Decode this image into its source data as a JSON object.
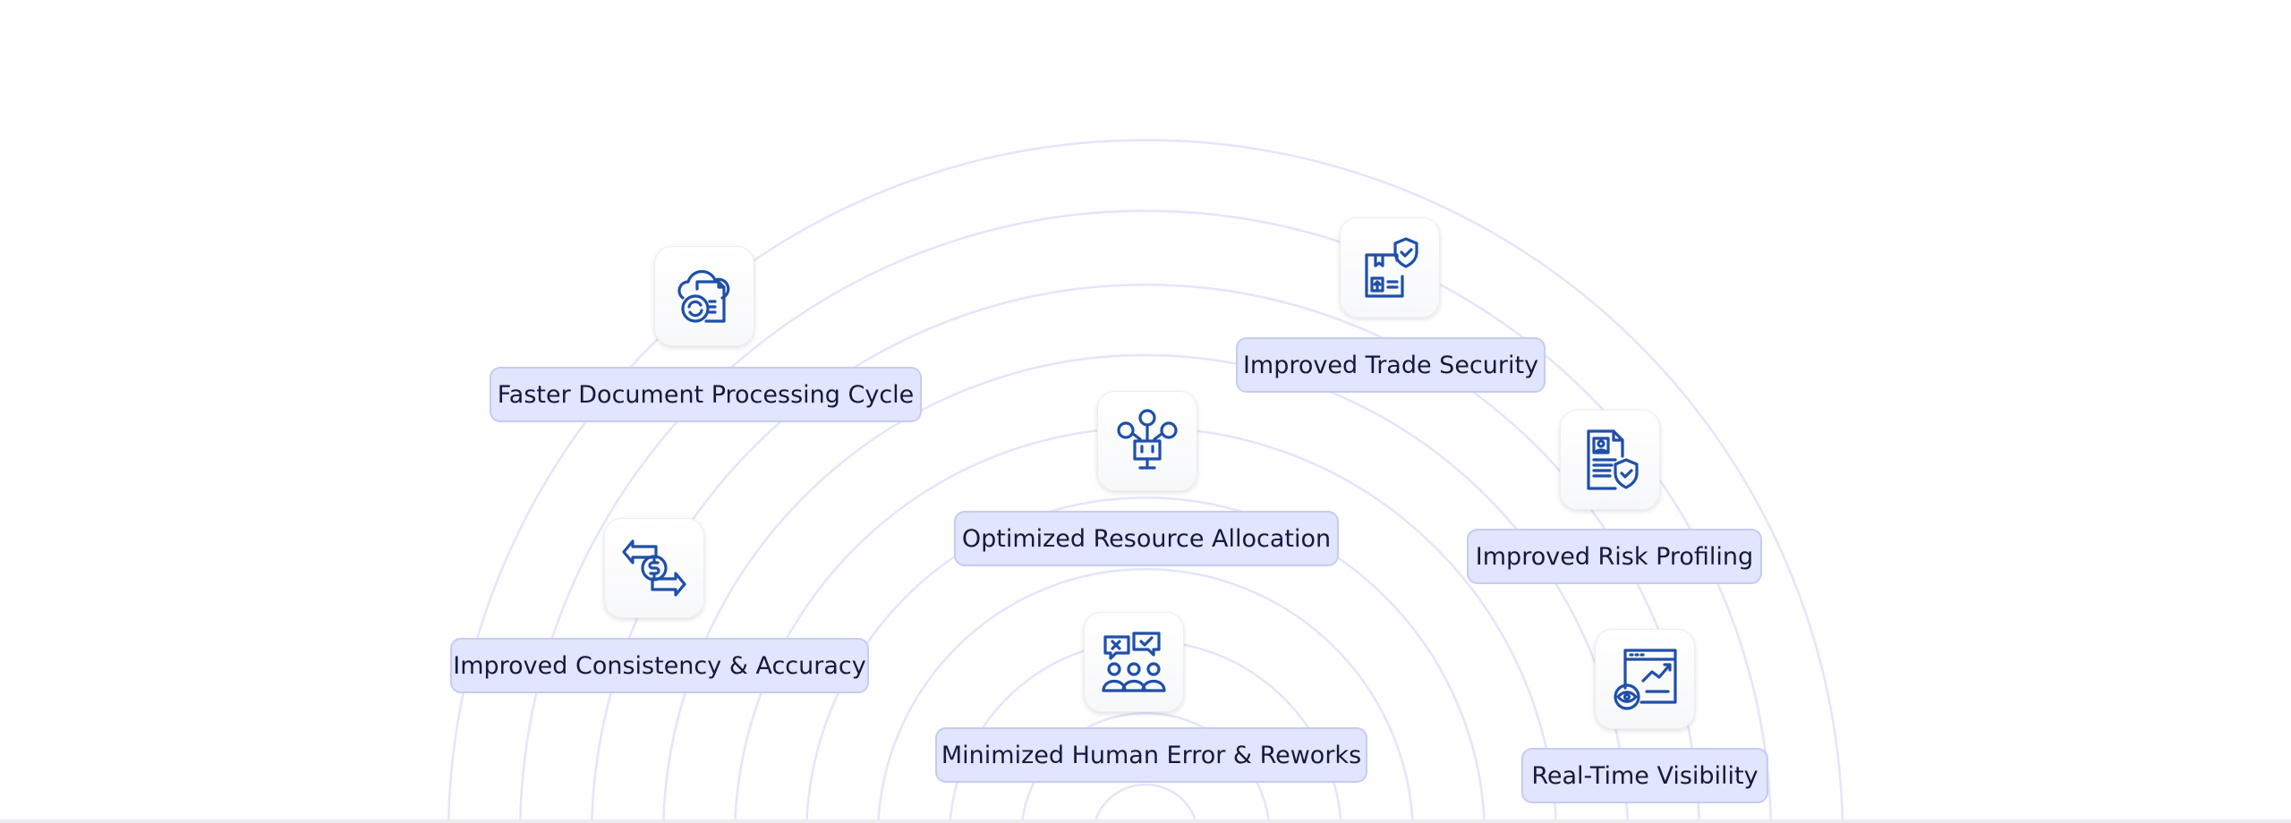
{
  "colors": {
    "ring": "#e3e5fa",
    "label_bg": "#e1e5fd",
    "label_border": "#c7cbf2",
    "text": "#141a3d",
    "icon": "#1f4fa8"
  },
  "benefits": [
    {
      "label": "Faster Document Processing Cycle",
      "icon": "cloud-document-sync-icon"
    },
    {
      "label": "Improved Trade Security",
      "icon": "package-shield-icon"
    },
    {
      "label": "Optimized Resource Allocation",
      "icon": "people-network-monitor-icon"
    },
    {
      "label": "Improved Risk Profiling",
      "icon": "profile-document-shield-icon"
    },
    {
      "label": "Improved Consistency & Accuracy",
      "icon": "currency-exchange-arrows-icon"
    },
    {
      "label": "Minimized Human Error & Reworks",
      "icon": "team-feedback-icon"
    },
    {
      "label": "Real-Time Visibility",
      "icon": "dashboard-eye-chart-icon"
    }
  ]
}
